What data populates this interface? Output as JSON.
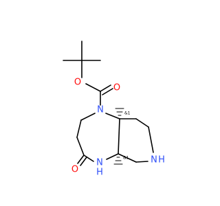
{
  "molecule": {
    "colors": {
      "carbon_bond": "#000000",
      "oxygen": "#ff0d0d",
      "nitrogen": "#3050f8",
      "stereo_text": "#000000"
    },
    "atoms": {
      "ester_oxygen": "O",
      "carbonyl_oxygen_boc": "O",
      "ring_nitrogen_boc": "N",
      "lactam_oxygen": "O",
      "lactam_nitrogen": "N",
      "lactam_nitrogen_h": "H",
      "piperidine_nitrogen": "N",
      "piperidine_nitrogen_h": "H"
    },
    "stereo_labels": {
      "stereocenter_upper": "&1",
      "stereocenter_lower": "&1"
    }
  }
}
